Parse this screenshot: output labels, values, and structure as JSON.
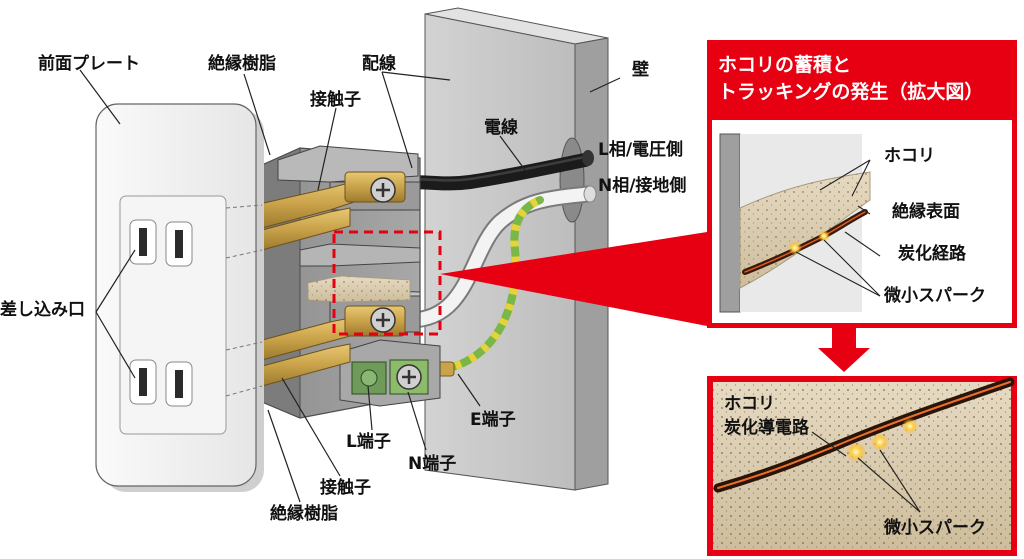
{
  "labels": {
    "front_plate": "前面プレート",
    "insulating_resin_top": "絶縁樹脂",
    "wiring": "配線",
    "wall": "壁",
    "contact_top": "接触子",
    "electric_wire": "電線",
    "l_phase": "L相/電圧側",
    "n_phase": "N相/接地側",
    "socket_slots": "差し込み口",
    "e_terminal": "E端子",
    "l_terminal": "L端子",
    "n_terminal": "N端子",
    "contact_bottom": "接触子",
    "insulating_resin_bottom": "絶縁樹脂"
  },
  "callout": {
    "title_line1": "ホコリの蓄積と",
    "title_line2": "トラッキングの発生（拡大図）",
    "dust": "ホコリ",
    "insulation_surface": "絶縁表面",
    "carbonized_path": "炭化経路",
    "micro_spark": "微小スパーク"
  },
  "zoom": {
    "dust": "ホコリ",
    "carbonized_conductive_path": "炭化導電路",
    "micro_spark": "微小スパーク"
  },
  "colors": {
    "accent_red": "#e60012",
    "brass": "#c9a24a",
    "wall_gray": "#c8c8c8",
    "dust_beige": "#d9cbb0",
    "earth_green": "#7ab648",
    "earth_yellow": "#e8d23a"
  }
}
